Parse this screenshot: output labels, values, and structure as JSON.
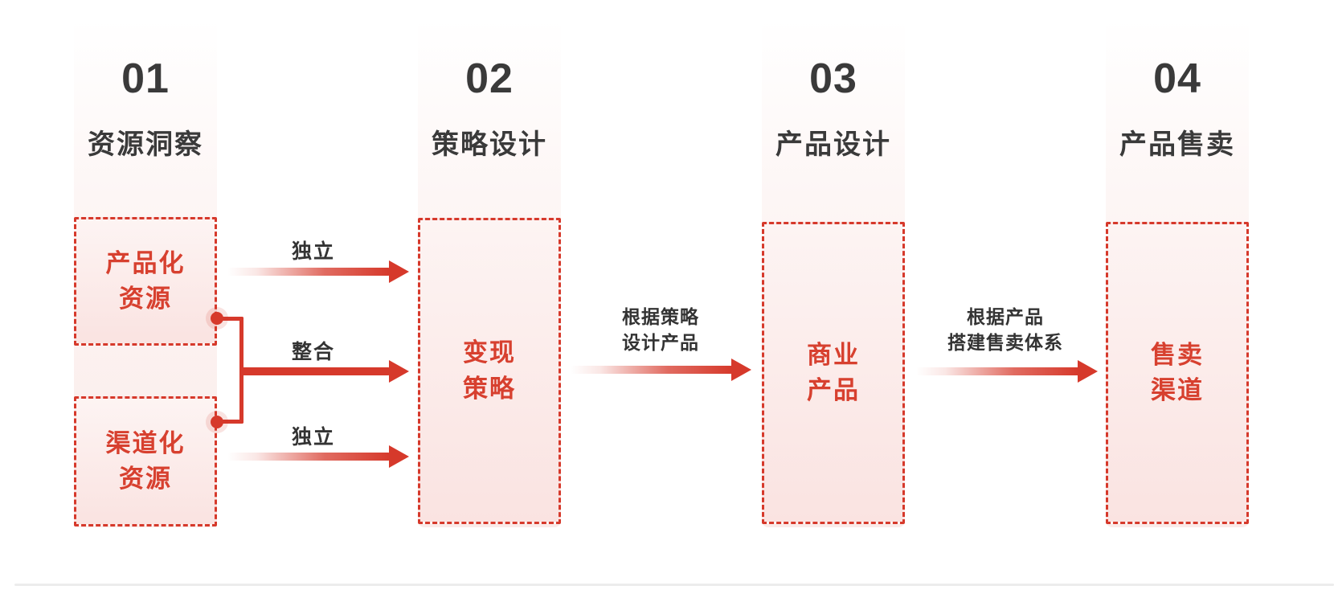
{
  "diagram": {
    "type": "process-flow",
    "steps": [
      {
        "number": "01",
        "title": "资源洞察",
        "boxes": [
          {
            "lines": [
              "产品化",
              "资源"
            ]
          },
          {
            "lines": [
              "渠道化",
              "资源"
            ]
          }
        ]
      },
      {
        "number": "02",
        "title": "策略设计",
        "boxes": [
          {
            "lines": [
              "变现",
              "策略"
            ]
          }
        ]
      },
      {
        "number": "03",
        "title": "产品设计",
        "boxes": [
          {
            "lines": [
              "商业",
              "产品"
            ]
          }
        ]
      },
      {
        "number": "04",
        "title": "产品售卖",
        "boxes": [
          {
            "lines": [
              "售卖",
              "渠道"
            ]
          }
        ]
      }
    ],
    "connectors": {
      "independent_top": "独立",
      "merge": "整合",
      "independent_bottom": "独立",
      "strategy_to_product": {
        "lines": [
          "根据策略",
          "设计产品"
        ]
      },
      "product_to_sales": {
        "lines": [
          "根据产品",
          "搭建售卖体系"
        ]
      }
    },
    "colors": {
      "accent_red": "#d6392b",
      "red_text": "#d7402f",
      "dark_text": "#3a3a3a",
      "box_fill_top": "#fdf4f3",
      "box_fill_bottom": "#fae3e1",
      "band_fill_bottom": "#faebe9",
      "divider": "#ececec"
    }
  }
}
